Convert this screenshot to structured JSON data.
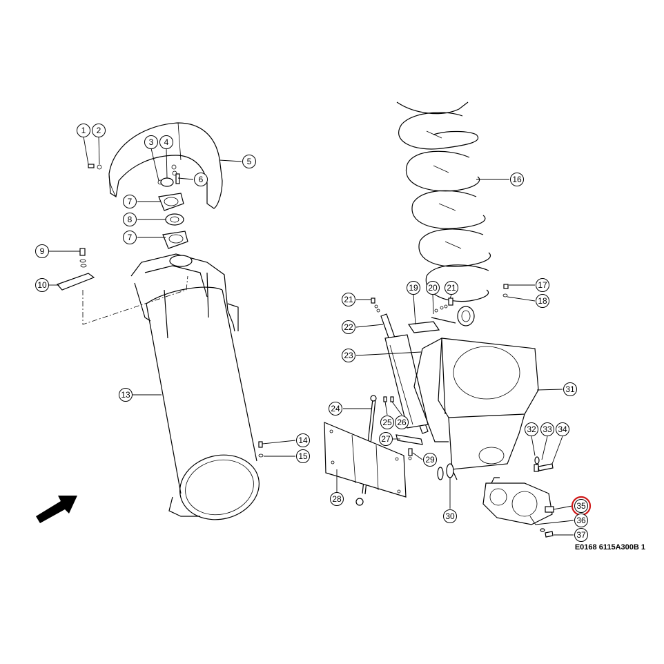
{
  "drawing_code": "E0168 6115A300B 1",
  "highlight_color": "#d01818",
  "highlighted_callout": "35",
  "callouts": [
    {
      "id": "c1",
      "label": "1"
    },
    {
      "id": "c2",
      "label": "2"
    },
    {
      "id": "c3",
      "label": "3"
    },
    {
      "id": "c4",
      "label": "4"
    },
    {
      "id": "c5",
      "label": "5"
    },
    {
      "id": "c6",
      "label": "6"
    },
    {
      "id": "c7a",
      "label": "7"
    },
    {
      "id": "c8",
      "label": "8"
    },
    {
      "id": "c7b",
      "label": "7"
    },
    {
      "id": "c9",
      "label": "9"
    },
    {
      "id": "c10",
      "label": "10"
    },
    {
      "id": "c13",
      "label": "13"
    },
    {
      "id": "c14",
      "label": "14"
    },
    {
      "id": "c15",
      "label": "15"
    },
    {
      "id": "c16",
      "label": "16"
    },
    {
      "id": "c17",
      "label": "17"
    },
    {
      "id": "c18",
      "label": "18"
    },
    {
      "id": "c19",
      "label": "19"
    },
    {
      "id": "c20",
      "label": "20"
    },
    {
      "id": "c21a",
      "label": "21"
    },
    {
      "id": "c21b",
      "label": "21"
    },
    {
      "id": "c22",
      "label": "22"
    },
    {
      "id": "c23",
      "label": "23"
    },
    {
      "id": "c24",
      "label": "24"
    },
    {
      "id": "c25",
      "label": "25"
    },
    {
      "id": "c26",
      "label": "26"
    },
    {
      "id": "c27",
      "label": "27"
    },
    {
      "id": "c28",
      "label": "28"
    },
    {
      "id": "c29",
      "label": "29"
    },
    {
      "id": "c30",
      "label": "30"
    },
    {
      "id": "c31",
      "label": "31"
    },
    {
      "id": "c32",
      "label": "32"
    },
    {
      "id": "c33",
      "label": "33"
    },
    {
      "id": "c34",
      "label": "34"
    },
    {
      "id": "c35",
      "label": "35"
    },
    {
      "id": "c36",
      "label": "36"
    },
    {
      "id": "c37",
      "label": "37"
    }
  ],
  "direction_arrow": "arrow-icon"
}
